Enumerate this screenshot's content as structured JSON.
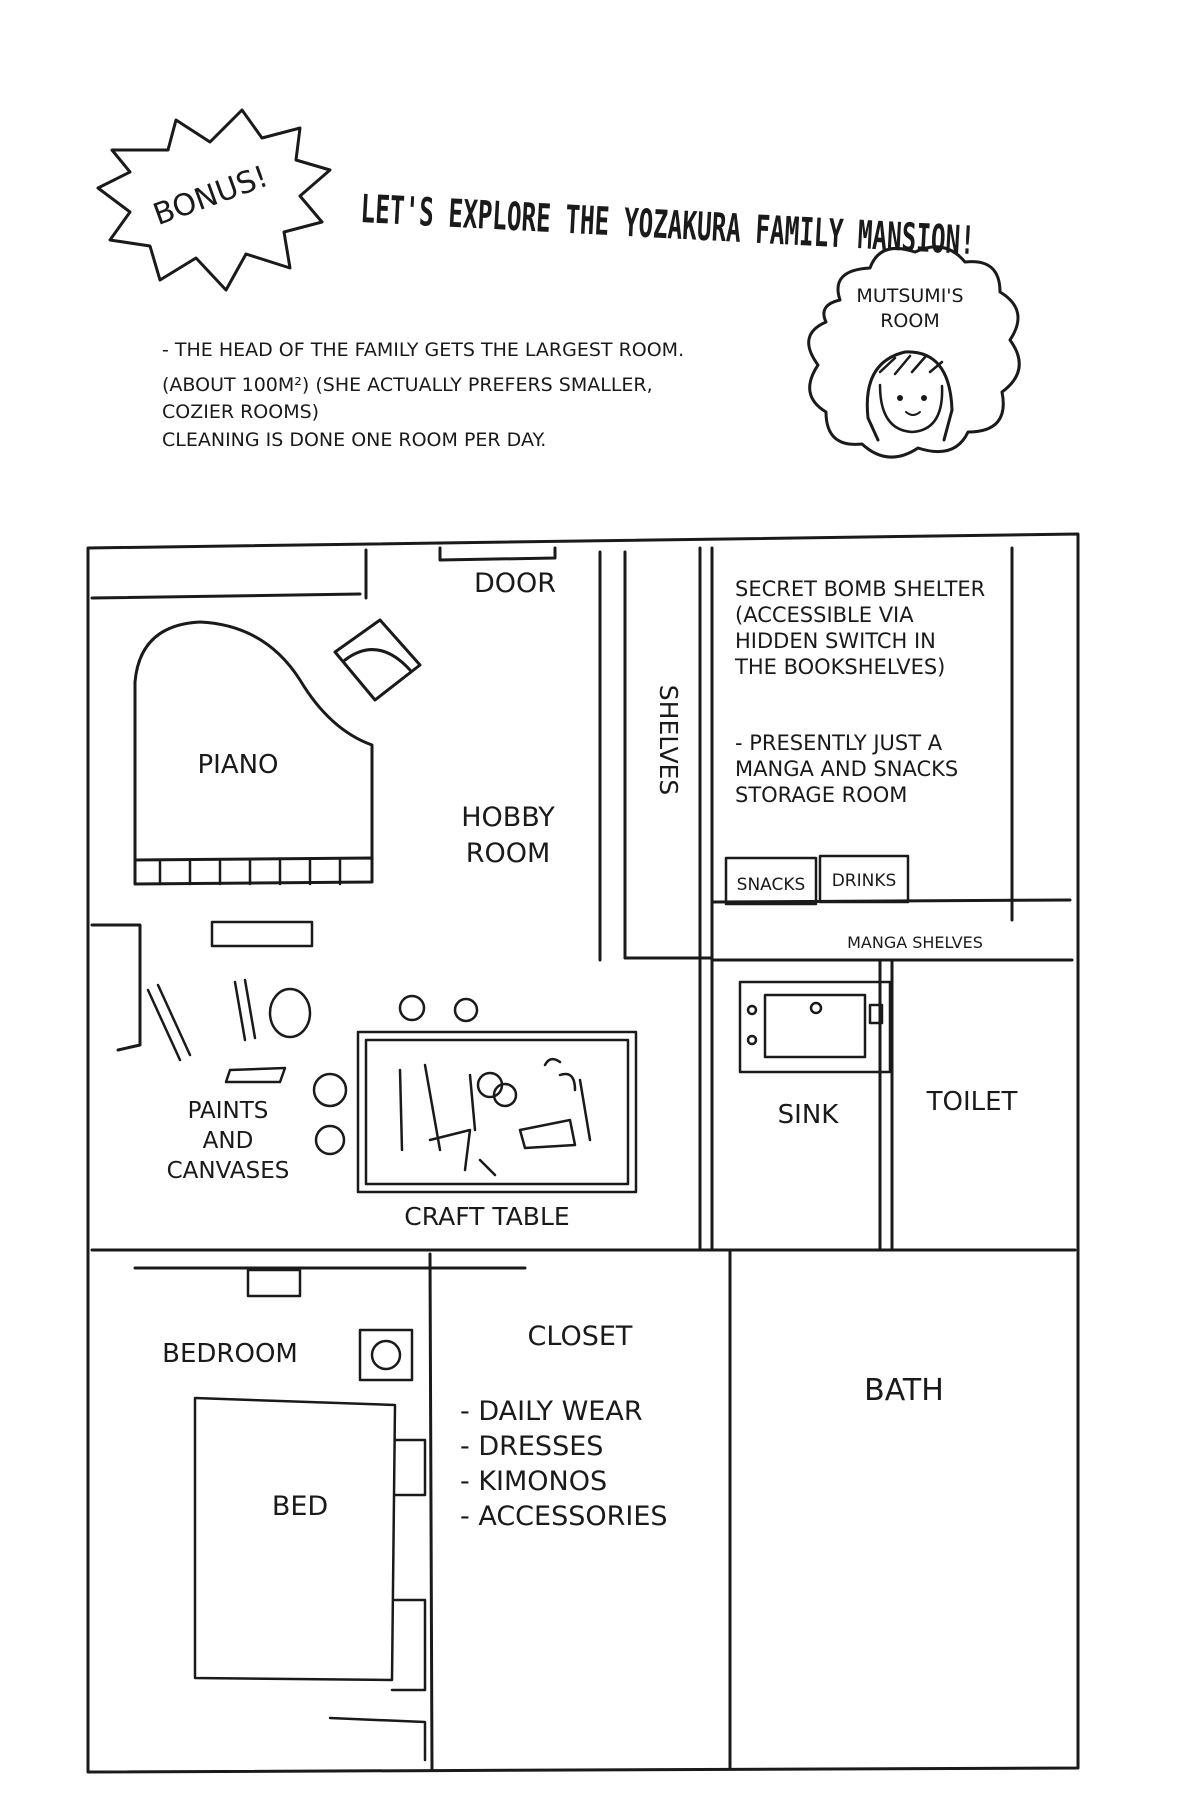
{
  "header": {
    "badge": "BONUS!",
    "title": "LET'S EXPLORE THE YOZAKURA FAMILY MANSION!",
    "bubble_label_line1": "MUTSUMI'S",
    "bubble_label_line2": "ROOM",
    "notes": [
      "- THE HEAD OF THE FAMILY GETS THE LARGEST ROOM.",
      "(ABOUT 100M²) (SHE ACTUALLY PREFERS SMALLER,",
      "COZIER ROOMS)",
      "CLEANING IS DONE ONE ROOM PER DAY."
    ]
  },
  "floorplan": {
    "door": "DOOR",
    "piano": "PIANO",
    "hobby_room": [
      "HOBBY",
      "ROOM"
    ],
    "shelves": "SHELVES",
    "shelter": [
      "SECRET BOMB SHELTER",
      "(ACCESSIBLE VIA",
      "HIDDEN SWITCH IN",
      "THE BOOKSHELVES)"
    ],
    "shelter_note": [
      "- PRESENTLY JUST A",
      "MANGA AND SNACKS",
      "STORAGE ROOM"
    ],
    "snacks": "SNACKS",
    "drinks": "DRINKS",
    "manga_shelves": "MANGA SHELVES",
    "paints": [
      "PAINTS",
      "AND",
      "CANVASES"
    ],
    "craft_table": "CRAFT TABLE",
    "sink": "SINK",
    "toilet": "TOILET",
    "bedroom": "BEDROOM",
    "bed": "BED",
    "closet": "CLOSET",
    "closet_items": [
      "- DAILY WEAR",
      "- DRESSES",
      "- KIMONOS",
      "- ACCESSORIES"
    ],
    "bath": "BATH"
  }
}
